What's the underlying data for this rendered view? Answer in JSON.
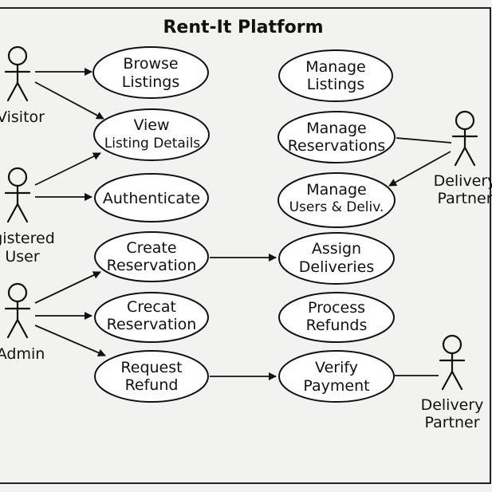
{
  "title": "Rent-It Platform",
  "actors": {
    "visitor": "Visitor",
    "registered_user": [
      "gistered",
      "User"
    ],
    "admin": "Admin",
    "delivery_partner_top": [
      "Delivery",
      "Partner"
    ],
    "delivery_partner_bottom": [
      "Delivery",
      "Partner"
    ]
  },
  "use_cases": {
    "browse_listings": [
      "Browse",
      "Listings"
    ],
    "view_listing_details": [
      "View",
      "Listing Details"
    ],
    "authenticate": [
      "Authenticate"
    ],
    "create_reservation": [
      "Create",
      "Reservation"
    ],
    "crecat_reservation": [
      "Crecat",
      "Reservation"
    ],
    "request_refund": [
      "Request",
      "Refund"
    ],
    "manage_listings": [
      "Manage",
      "Listings"
    ],
    "manage_reservations": [
      "Manage",
      "Reservations"
    ],
    "manage_users_deliv": [
      "Manage",
      "Users & Deliv."
    ],
    "assign_deliveries": [
      "Assign",
      "Deliveries"
    ],
    "process_refunds": [
      "Process",
      "Refunds"
    ],
    "verify_payment": [
      "Verify",
      "Payment"
    ]
  },
  "colors": {
    "background": "#f2f2f0",
    "stroke": "#111111",
    "fill": "#ffffff"
  }
}
